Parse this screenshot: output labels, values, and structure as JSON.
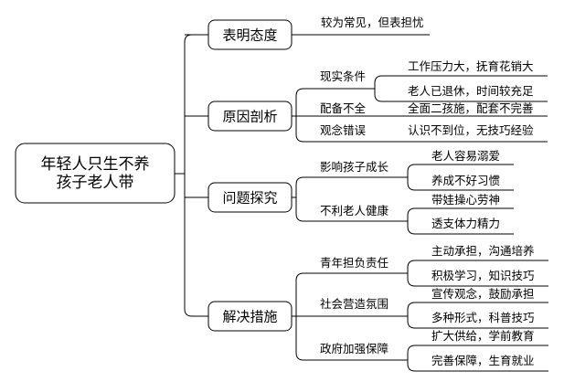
{
  "root": {
    "line1": "年轻人只生不养",
    "line2": "孩子老人带"
  },
  "branches": [
    {
      "label": "表明态度",
      "leaves": [
        "较为常见，但表担忧"
      ]
    },
    {
      "label": "原因剖析",
      "groups": [
        {
          "label": "现实条件",
          "leaves": [
            "工作压力大，抚育花销大",
            "老人已退休，时间较充足"
          ]
        },
        {
          "label": "配备不全",
          "leaves": [
            "全面二孩施，配套不完善"
          ]
        },
        {
          "label": "观念错误",
          "leaves": [
            "认识不到位，无技巧经验"
          ]
        }
      ]
    },
    {
      "label": "问题探究",
      "groups": [
        {
          "label": "影响孩子成长",
          "leaves": [
            "老人容易溺爱",
            "养成不好习惯"
          ]
        },
        {
          "label": "不利老人健康",
          "leaves": [
            "带娃操心劳神",
            "透支体力精力"
          ]
        }
      ]
    },
    {
      "label": "解决措施",
      "groups": [
        {
          "label": "青年担负责任",
          "leaves": [
            "主动承担，沟通培养",
            "积极学习，知识技巧"
          ]
        },
        {
          "label": "社会营造氛围",
          "leaves": [
            "宣传观念，鼓励承担",
            "多种形式，科普技巧"
          ]
        },
        {
          "label": "政府加强保障",
          "leaves": [
            "扩大供给，学前教育",
            "完善保障，生育就业"
          ]
        }
      ]
    }
  ]
}
